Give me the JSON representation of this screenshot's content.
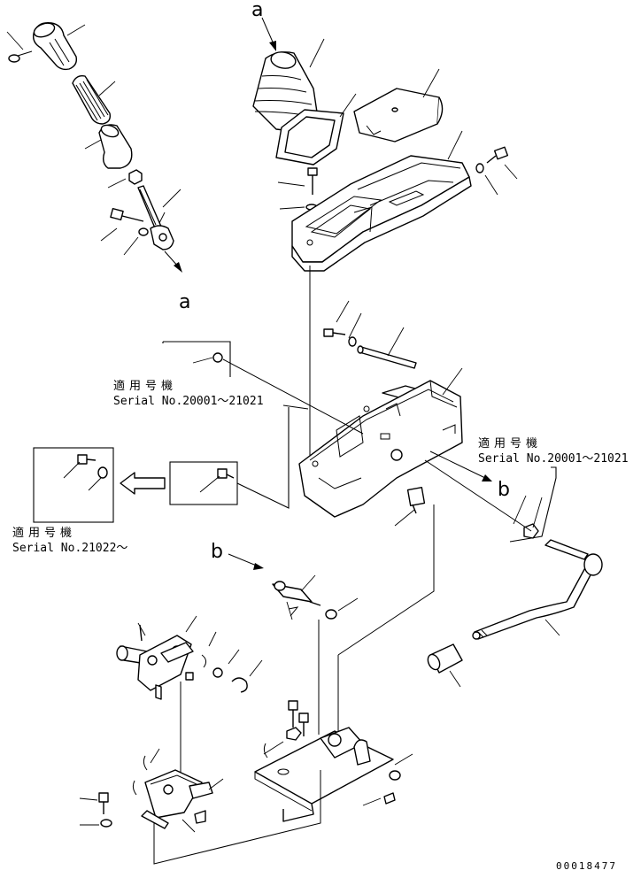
{
  "notes": {
    "upper_right": {
      "line1": "適用号機",
      "line2": "Serial No.20001～21021"
    },
    "middle_left": {
      "line1": "適用号機",
      "line2": "Serial No.20001～21021"
    },
    "lower_left": {
      "line1": "適用号機",
      "line2": "Serial No.21022～"
    }
  },
  "callouts": {
    "a_top": "a",
    "a_left": "a",
    "b_right": "b",
    "b_left": "b"
  },
  "drawing_number": "00018477"
}
